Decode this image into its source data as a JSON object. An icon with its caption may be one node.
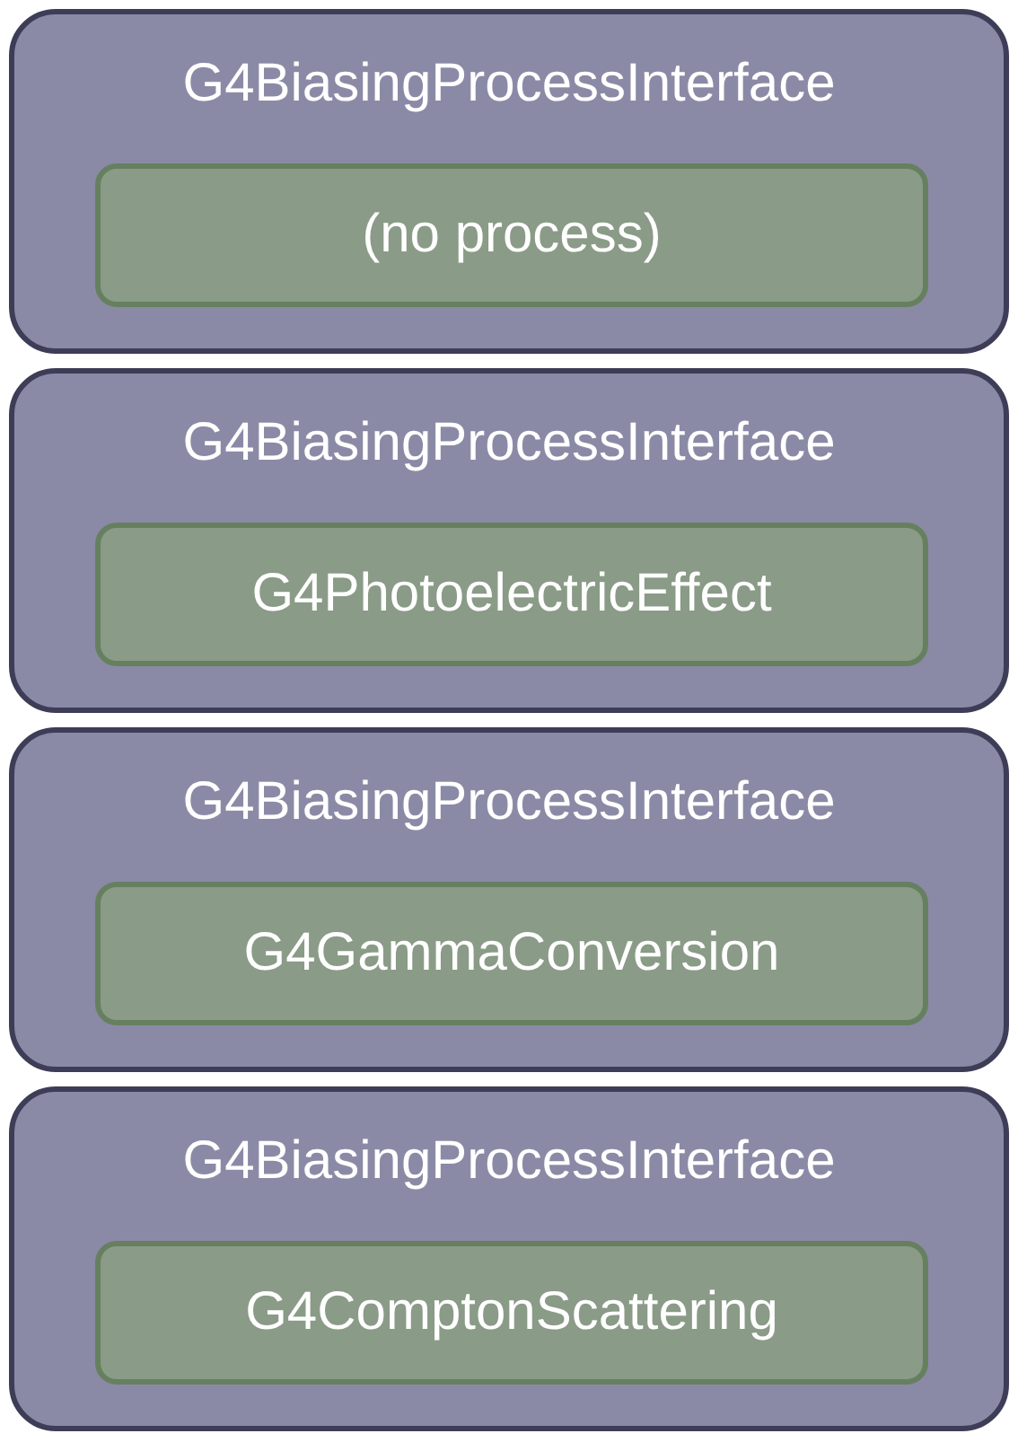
{
  "diagram": {
    "nodes": [
      {
        "text": [
          "G4BiasingProcessInterface"
        ]
      },
      {
        "text": [
          "(no process)"
        ],
        "in": 0
      },
      {
        "text": [
          "G4BiasingProcessInterface"
        ]
      },
      {
        "text": [
          "G4PhotoelectricEffect"
        ],
        "in": 2
      },
      {
        "text": [
          "G4BiasingProcessInterface"
        ]
      },
      {
        "text": [
          "G4GammaConversion"
        ],
        "in": 4
      },
      {
        "text": [
          "G4BiasingProcessInterface"
        ]
      },
      {
        "text": [
          "G4ComptonScattering"
        ],
        "in": 6
      }
    ]
  }
}
